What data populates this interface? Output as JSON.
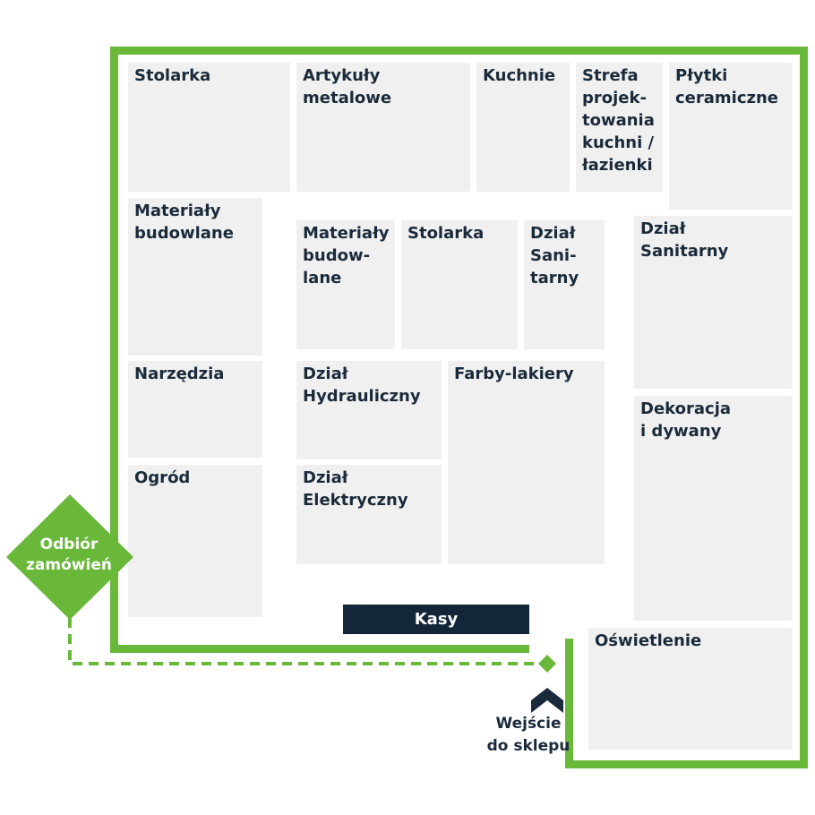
{
  "colors": {
    "wall": "#69b83a",
    "zone": "#f0f0f0",
    "text": "#1b2a3a",
    "checkout": "#13263a"
  },
  "zones": {
    "stolarka_top": "Stolarka",
    "artykuly_metalowe": "Artykuły\nmetalowe",
    "kuchnie": "Kuchnie",
    "strefa_projektowania": "Strefa\nprojek-\ntowania\nkuchni /\nłazienki",
    "plytki_ceramiczne": "Płytki\nceramiczne",
    "materialy_budowlane_left": "Materiały\nbudowlane",
    "materialy_budowlane_center": "Materiały\nbudow-\nlane",
    "stolarka_center": "Stolarka",
    "dzial_sanitarny_center": "Dział\nSani-\ntarny",
    "dzial_sanitarny_right": "Dział\nSanitarny",
    "narzedzia": "Narzędzia",
    "dzial_hydrauliczny": "Dział\nHydrauliczny",
    "farby_lakiery": "Farby-lakiery",
    "dekoracja_dywany": "Dekoracja\ni dywany",
    "ogrod": "Ogród",
    "dzial_elektryczny": "Dział\nElektryczny",
    "oswietlenie": "Oświetlenie"
  },
  "checkout_label": "Kasy",
  "pickup_label": "Odbiór\nzamówień",
  "entrance_label": "Wejście\ndo sklepu",
  "icons": {
    "pickup": "diamond-icon",
    "entrance": "up-chevron-icon",
    "path_end": "small-diamond-icon"
  }
}
